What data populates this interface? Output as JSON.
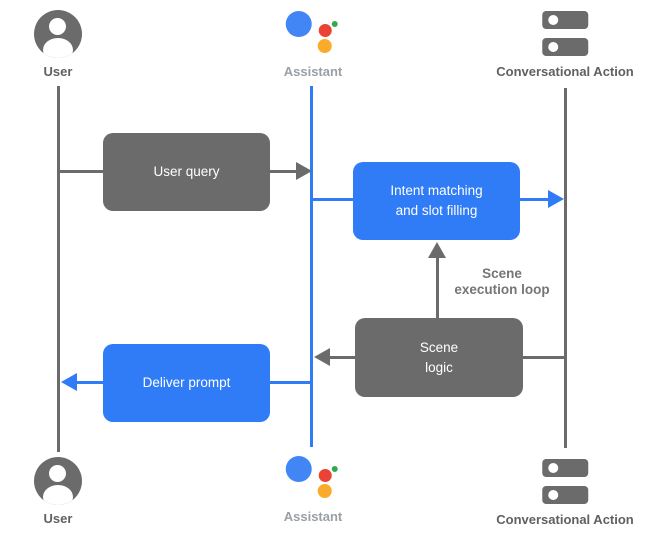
{
  "colors": {
    "box_gray": "#6b6b6b",
    "accent_blue": "#2f7cf6",
    "label_dark": "#616161",
    "label_muted": "#9aa0a6",
    "annotation_gray": "#757575",
    "logo_blue": "#4285f4",
    "logo_red": "#ea4335",
    "logo_green": "#34a853",
    "logo_yellow": "#fbab2c"
  },
  "actors": {
    "top": [
      {
        "id": "user",
        "label": "User"
      },
      {
        "id": "assistant",
        "label": "Assistant"
      },
      {
        "id": "conversational_action",
        "label": "Conversational Action"
      }
    ],
    "bottom": [
      {
        "id": "user",
        "label": "User"
      },
      {
        "id": "assistant",
        "label": "Assistant"
      },
      {
        "id": "conversational_action",
        "label": "Conversational Action"
      }
    ]
  },
  "nodes": {
    "user_query": {
      "label": "User query"
    },
    "intent_matching": {
      "line1": "Intent matching",
      "line2": "and slot filling"
    },
    "scene_logic": {
      "line1": "Scene",
      "line2": "logic"
    },
    "deliver_prompt": {
      "label": "Deliver prompt"
    }
  },
  "annotation": {
    "line1": "Scene",
    "line2": "execution loop"
  },
  "edges": [
    {
      "from": "User",
      "to": "Assistant",
      "via": "User query",
      "color": "#6b6b6b",
      "direction": "right"
    },
    {
      "from": "Assistant",
      "to": "Conversational Action",
      "via": "Intent matching and slot filling",
      "color": "#2f7cf6",
      "direction": "right"
    },
    {
      "from": "Scene logic",
      "to": "Intent matching and slot filling",
      "label": "Scene execution loop",
      "color": "#6b6b6b",
      "direction": "up"
    },
    {
      "from": "Conversational Action",
      "to": "Assistant",
      "via": "Scene logic",
      "color": "#6b6b6b",
      "direction": "left"
    },
    {
      "from": "Assistant",
      "to": "User",
      "via": "Deliver prompt",
      "color": "#2f7cf6",
      "direction": "left"
    }
  ]
}
